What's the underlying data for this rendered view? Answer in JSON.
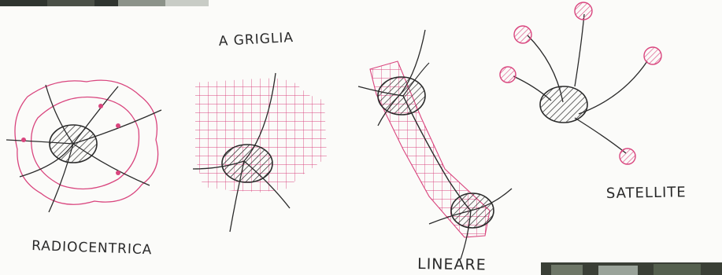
{
  "diagram": {
    "labels": {
      "radiocentrica": "RADIOCENTRICA",
      "griglia": "A GRIGLIA",
      "lineare": "LINEARE",
      "satellite": "SATELLITE"
    },
    "colors": {
      "ink": "#2a2a2a",
      "magenta": "#d9457e",
      "pink_fill": "#e9a0c4",
      "photo_dark": "#3a3f36",
      "photo_light": "#9aa39a"
    }
  }
}
